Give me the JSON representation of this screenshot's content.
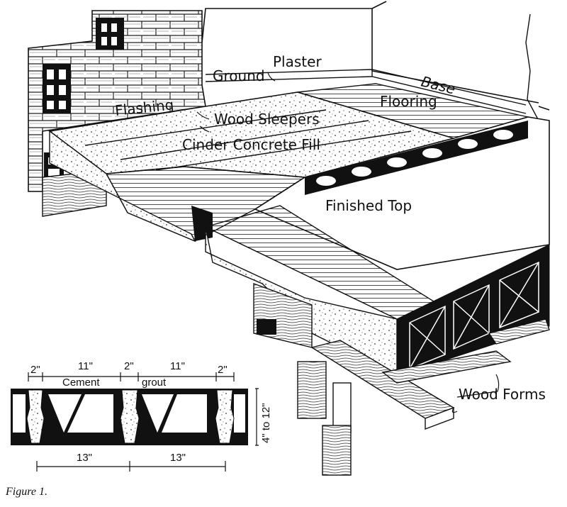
{
  "labels": {
    "plaster": "Plaster",
    "ground": "Ground",
    "base": "Base",
    "flashing": "Flashing",
    "flooring": "Flooring",
    "wood_sleepers": "Wood Sleepers",
    "cinder_concrete_fill": "Cinder Concrete Fill",
    "finished_top": "Finished Top",
    "wood_forms": "Wood Forms"
  },
  "detail": {
    "dim_2a": "2\"",
    "dim_11a": "11\"",
    "dim_2b": "2\"",
    "dim_11b": "11\"",
    "dim_2c": "2\"",
    "cement": "Cement",
    "grout": "grout",
    "height": "4\" to 12\"",
    "dim_13a": "13\"",
    "dim_13b": "13\""
  },
  "caption": "Figure 1."
}
